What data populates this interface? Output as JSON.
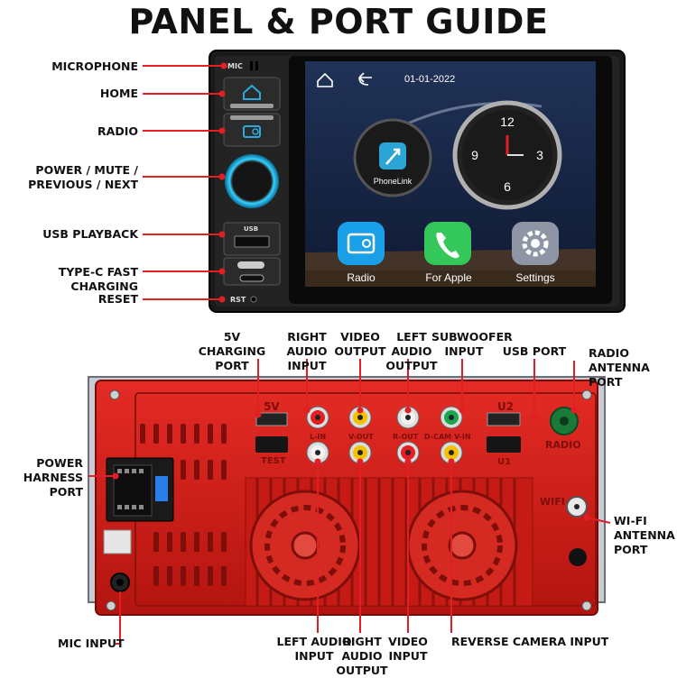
{
  "title": "PANEL & PORT GUIDE",
  "front": {
    "labels": {
      "microphone": "MICROPHONE",
      "home": "HOME",
      "radio": "RADIO",
      "power_line1": "POWER / MUTE /",
      "power_line2": "PREVIOUS / NEXT",
      "usb_playback": "USB PLAYBACK",
      "typec": "TYPE-C FAST CHARGING",
      "reset": "RESET"
    },
    "device_marks": {
      "mic": "MIC",
      "usb": "USB",
      "rst": "RST"
    },
    "screen": {
      "date": "01-01-2022",
      "phonelink": "PhoneLink",
      "clock_numbers": [
        "12",
        "3",
        "6",
        "9"
      ],
      "apps": [
        "Radio",
        "For Apple",
        "Settings"
      ]
    }
  },
  "rear": {
    "labels": {
      "charging_5v_l1": "5V CHARGING",
      "charging_5v_l2": "PORT",
      "right_audio_in_l1": "RIGHT AUDIO",
      "right_audio_in_l2": "INPUT",
      "video_out_l1": "VIDEO",
      "video_out_l2": "OUTPUT",
      "left_audio_out_l1": "LEFT AUDIO",
      "left_audio_out_l2": "OUTPUT",
      "subwoofer_l1": "SUBWOOFER",
      "subwoofer_l2": "INPUT",
      "usb_port": "USB PORT",
      "radio_antenna_l1": "RADIO",
      "radio_antenna_l2": "ANTENNA PORT",
      "power_harness_l1": "POWER",
      "power_harness_l2": "HARNESS PORT",
      "wifi_antenna_l1": "WI-FI",
      "wifi_antenna_l2": "ANTENNA PORT",
      "mic_input": "MIC INPUT",
      "left_audio_in_l1": "LEFT AUDIO",
      "left_audio_in_l2": "INPUT",
      "right_audio_out_l1": "RIGHT AUDIO",
      "right_audio_out_l2": "OUTPUT",
      "video_in_l1": "VIDEO",
      "video_in_l2": "INPUT",
      "reverse_camera": "REVERSE CAMERA INPUT"
    },
    "device_marks": {
      "v5": "5V",
      "test": "TEST",
      "lin": "L-IN",
      "vout": "V-OUT",
      "rout": "R-OUT",
      "dcam": "D-CAM",
      "vin": "V-IN",
      "u2": "U2",
      "u1": "U1",
      "radio": "RADIO",
      "wifi": "WIFI"
    }
  },
  "colors": {
    "accent_red": "#e31e24",
    "chassis_red": "#d8211d",
    "screen_blue": "#1c2c4f",
    "radio_app": "#1aa0e8",
    "phone_app": "#34c759",
    "settings_app": "#8e96a6"
  }
}
